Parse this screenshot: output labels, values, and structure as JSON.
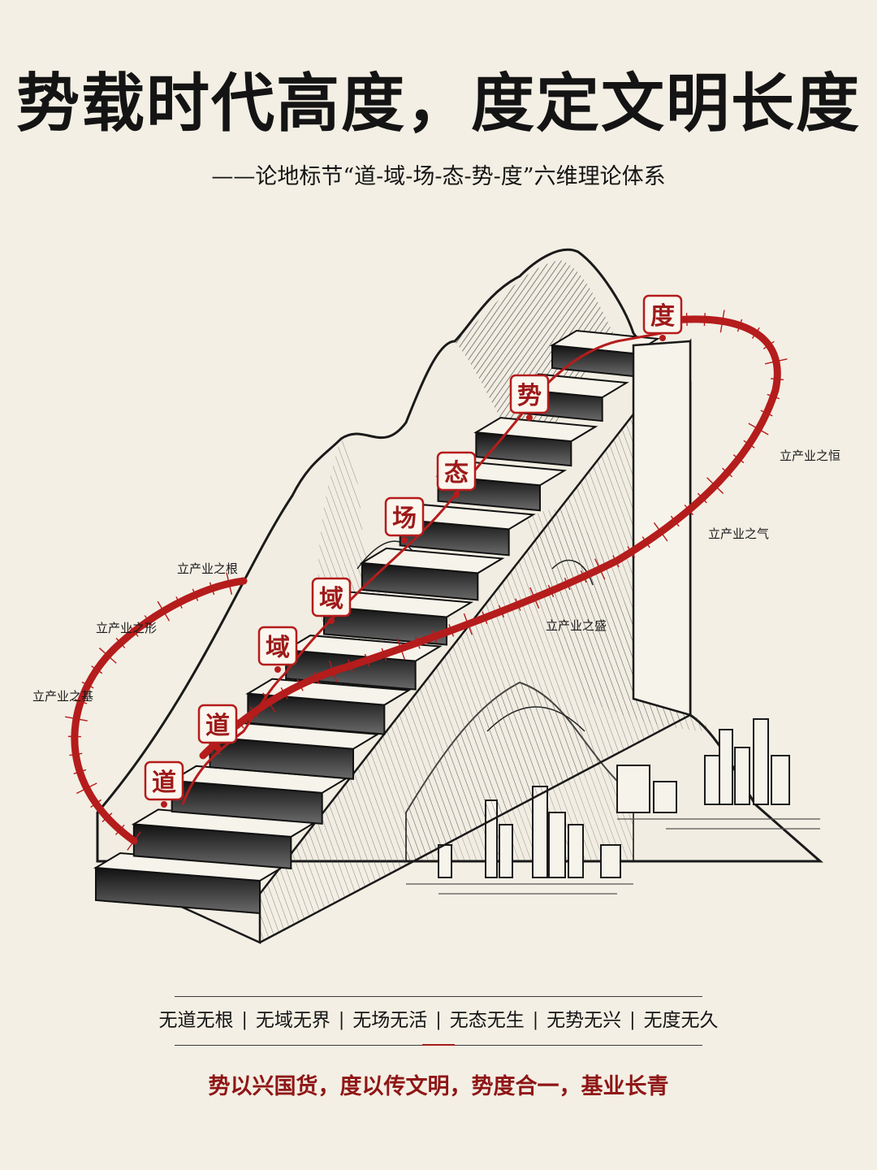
{
  "header": {
    "title": "势载时代高度，度定文明长度",
    "subtitle": "——论地标节“道-域-场-态-势-度”六维理论体系"
  },
  "stair_seals": [
    "道",
    "道",
    "域",
    "域",
    "场",
    "态",
    "势",
    "度"
  ],
  "orbit_labels": [
    "立产业之根",
    "立产业之形",
    "立产业之基",
    "立产业之恒",
    "立产业之气",
    "立产业之盛"
  ],
  "footer": {
    "slogans": [
      "无道无根",
      "无域无界",
      "无场无活",
      "无态无生",
      "无势无兴",
      "无度无久"
    ],
    "separator": "|",
    "motto": "势以兴国货，度以传文明，势度合一，基业长青"
  },
  "colors": {
    "accent_red": "#b51c1c",
    "ink": "#141414",
    "paper": "#f3efe4"
  }
}
